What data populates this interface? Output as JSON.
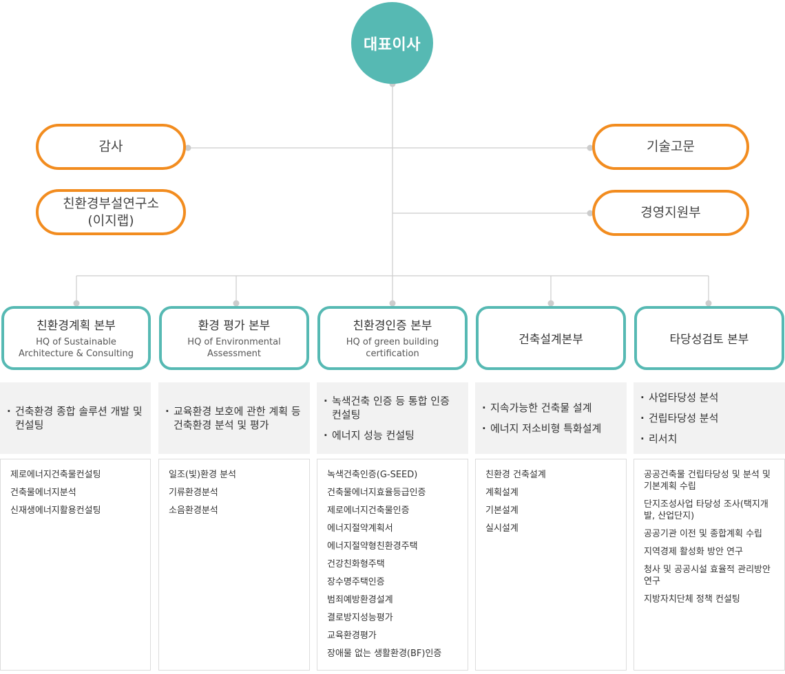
{
  "ceo": "대표이사",
  "audit": "감사",
  "lab": {
    "line1": "친환경부설연구소",
    "line2": "(이지랩)"
  },
  "advisor": "기술고문",
  "management": "경영지원부",
  "departments": [
    {
      "name_ko": "친환경계획 본부",
      "name_en": "HQ of Sustainable Architecture & Consulting",
      "roles": [
        "건축환경 종합 솔루션 개발 및 컨설팅"
      ],
      "tasks": [
        "제로에너지건축물컨설팅",
        "건축물에너지분석",
        "신재생에너지활용컨설팅"
      ]
    },
    {
      "name_ko": "환경 평가 본부",
      "name_en": "HQ of Environmental Assessment",
      "roles": [
        "교육환경 보호에 관한 계획 등 건축환경 분석 및 평가"
      ],
      "tasks": [
        "일조(빛)환경 분석",
        "기류환경분석",
        "소음환경분석"
      ]
    },
    {
      "name_ko": "친환경인증 본부",
      "name_en": "HQ of green building certification",
      "roles": [
        "녹색건축 인증 등 통합 인증 컨설팅",
        "에너지 성능 컨설팅"
      ],
      "tasks": [
        "녹색건축인증(G-SEED)",
        "건축물에너지효율등급인증",
        "제로에너지건축물인증",
        "에너지절약계획서",
        "에너지절약형친환경주택",
        "건강친화형주택",
        "장수명주택인증",
        "범죄예방환경설계",
        "결로방지성능평가",
        "교육환경평가",
        "장애물 없는 생활환경(BF)인증"
      ]
    },
    {
      "name_ko": "건축설계본부",
      "name_en": "",
      "roles": [
        "지속가능한 건축물 설계",
        "에너지 저소비형 특화설계"
      ],
      "tasks": [
        "친환경 건축설계",
        "계획설계",
        "기본설계",
        "실시설계"
      ]
    },
    {
      "name_ko": "타당성검토 본부",
      "name_en": "",
      "roles": [
        "사업타당성 분석",
        "건립타당성 분석",
        "리서치"
      ],
      "tasks": [
        "공공건축물 건립타당성 및 분석 및 기본계획 수립",
        "단지조성사업 타당성 조사(택지개발, 산업단지)",
        "공공기관 이전 및 종합계획 수립",
        "지역경제 활성화 방안 연구",
        "청사 및 공공시설 효율적 관리방안 연구",
        "지방자치단체 정책 컨설팅"
      ]
    }
  ],
  "colors": {
    "teal": "#56b9b3",
    "orange": "#f28c1f",
    "line": "#cccccc",
    "panel": "#f2f2f2"
  }
}
